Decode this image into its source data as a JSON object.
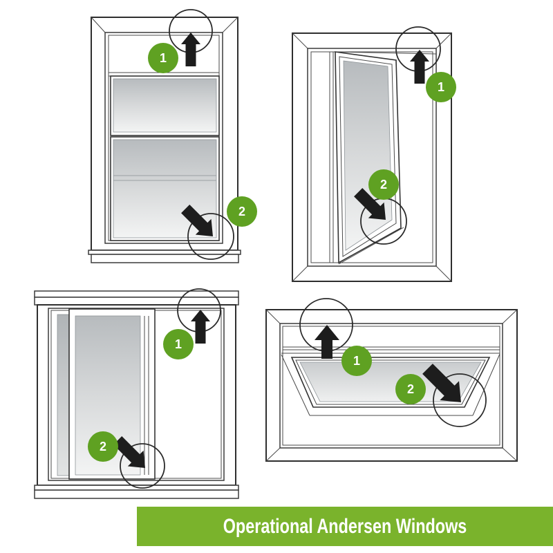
{
  "banner": {
    "label": "Operational Andersen Windows",
    "background": "#7ab32c",
    "text_color": "#ffffff"
  },
  "colors": {
    "badge_green": "#5fa122",
    "arrow_black": "#1d1d1d",
    "circle_black": "#2a2a2a"
  },
  "windows": {
    "double_hung": {
      "step_1": "1",
      "step_2": "2"
    },
    "casement": {
      "step_1": "1",
      "step_2": "2"
    },
    "gliding": {
      "step_1": "1",
      "step_2": "2"
    },
    "awning": {
      "step_1": "1",
      "step_2": "2"
    }
  }
}
